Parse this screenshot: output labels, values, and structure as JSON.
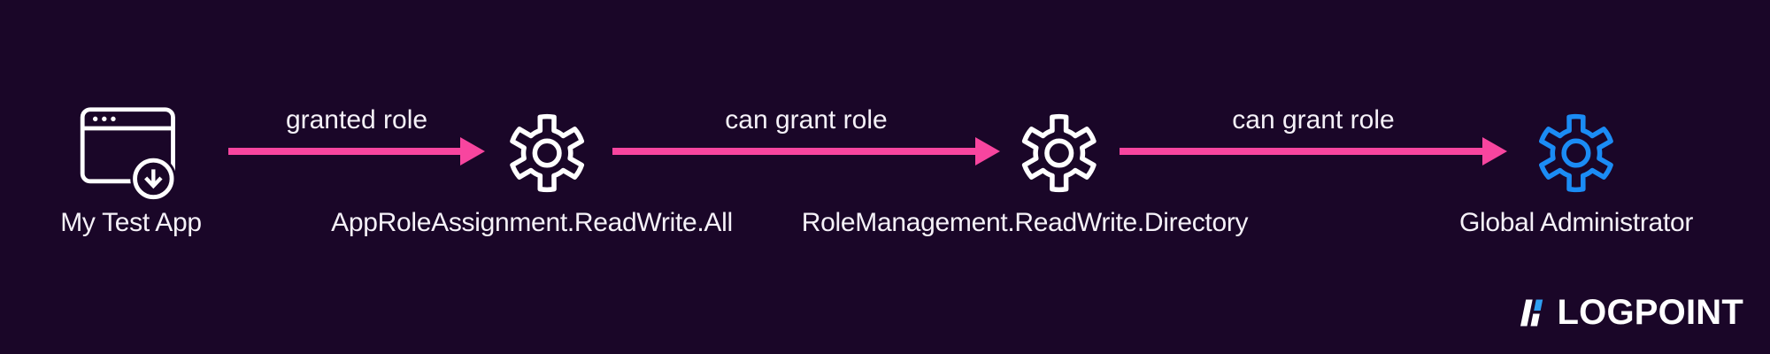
{
  "colors": {
    "background": "#1a0628",
    "arrow_pink": "#f8459f",
    "icon_white": "#ffffff",
    "icon_blue": "#1b8cf5",
    "logo_blue": "#2f9ff2",
    "text": "#f5f1f8"
  },
  "diagram": {
    "nodes": [
      {
        "icon": "app-window-download-icon",
        "label": "My Test App"
      },
      {
        "icon": "gear-icon",
        "label": "AppRoleAssignment.ReadWrite.All"
      },
      {
        "icon": "gear-icon",
        "label": "RoleManagement.ReadWrite.Directory"
      },
      {
        "icon": "gear-icon",
        "label": "Global Administrator"
      }
    ],
    "edges": [
      {
        "from": "My Test App",
        "to": "AppRoleAssignment.ReadWrite.All",
        "label": "granted role"
      },
      {
        "from": "AppRoleAssignment.ReadWrite.All",
        "to": "RoleManagement.ReadWrite.Directory",
        "label": "can grant role"
      },
      {
        "from": "RoleManagement.ReadWrite.Directory",
        "to": "Global Administrator",
        "label": "can grant role"
      }
    ]
  },
  "branding": {
    "logo_text": "LOGPOINT"
  }
}
